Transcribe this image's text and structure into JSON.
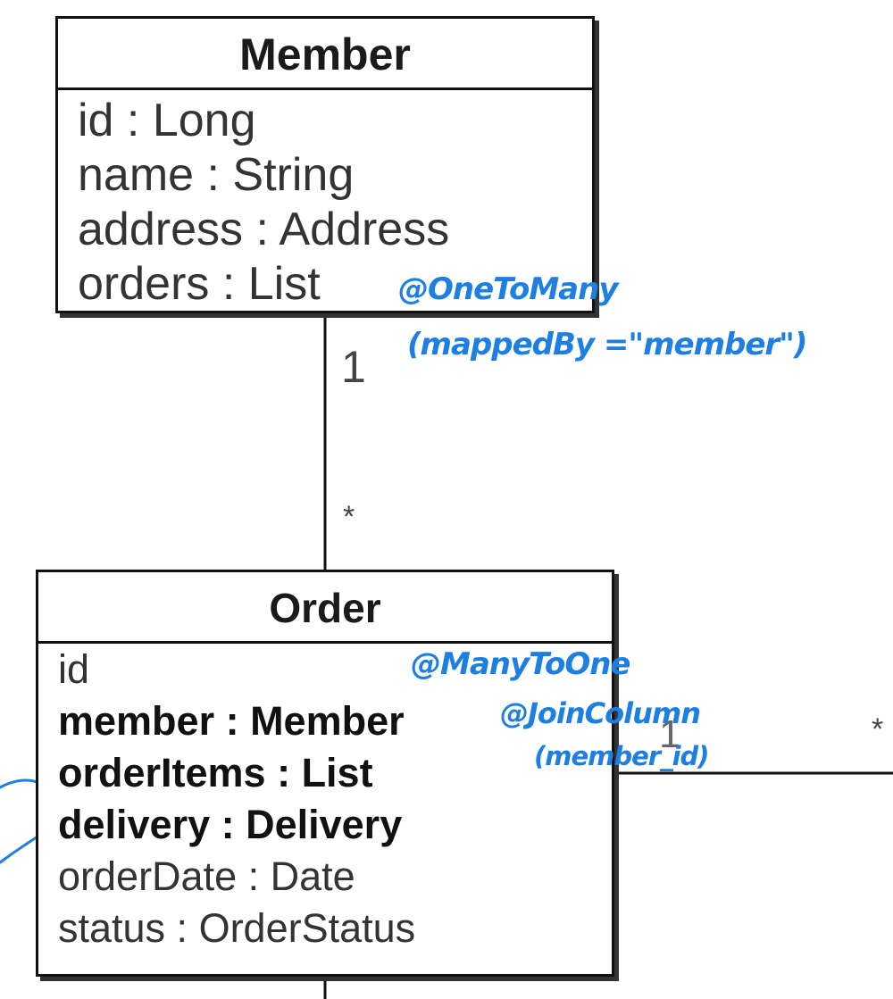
{
  "member_class": {
    "name": "Member",
    "attributes": [
      {
        "text": "id : Long",
        "bold": false
      },
      {
        "text": "name : String",
        "bold": false
      },
      {
        "text": "address : Address",
        "bold": false
      },
      {
        "text": "orders : List",
        "bold": false
      }
    ]
  },
  "order_class": {
    "name": "Order",
    "attributes": [
      {
        "text": "id",
        "bold": false
      },
      {
        "text": "member : Member",
        "bold": true
      },
      {
        "text": "orderItems : List",
        "bold": true
      },
      {
        "text": "delivery : Delivery",
        "bold": true
      },
      {
        "text": "orderDate : Date",
        "bold": false
      },
      {
        "text": "status : OrderStatus",
        "bold": false
      }
    ]
  },
  "multiplicities": {
    "member_side": "1",
    "order_side": "*",
    "right_near": "1",
    "right_far": "*"
  },
  "annotations": {
    "one_to_many": "@OneToMany",
    "mapped_by": "(mappedBy =\"member\")",
    "many_to_one": "@ManyToOne",
    "join_column": "@JoinColumn",
    "join_column_name": "(member_id)"
  },
  "colors": {
    "annotation_ink": "#1e7fe3",
    "box_border": "#111111",
    "box_shadow": "#333333"
  }
}
